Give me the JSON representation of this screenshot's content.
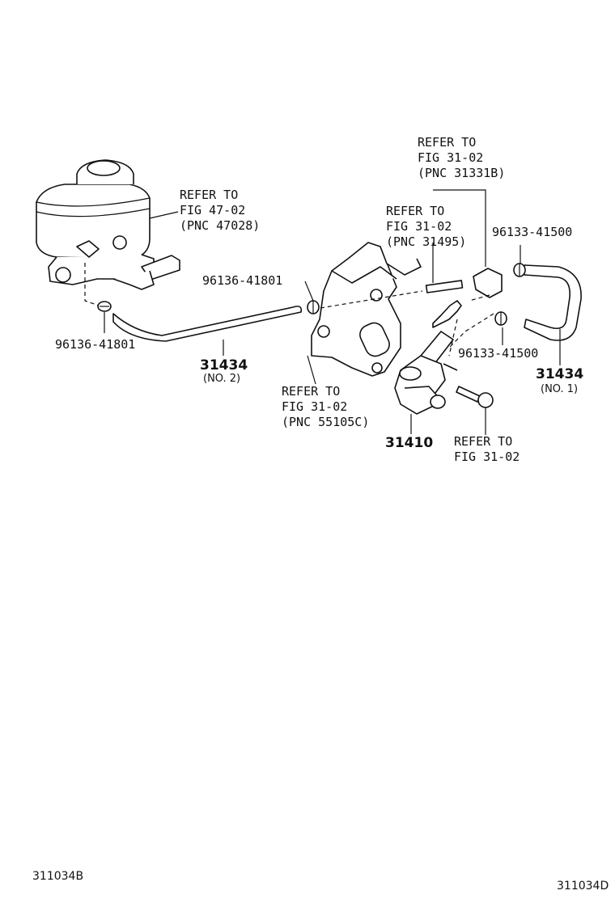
{
  "labels": {
    "ref_master_cyl": [
      "REFER TO",
      "FIG 47-02",
      "(PNC 47028)"
    ],
    "ref_pnc_31331b": [
      "REFER TO",
      "FIG 31-02",
      "(PNC 31331B)"
    ],
    "ref_pnc_31495": [
      "REFER TO",
      "FIG 31-02",
      "(PNC 31495)"
    ],
    "ref_pnc_55105c": [
      "REFER TO",
      "FIG 31-02",
      "(PNC 55105C)"
    ],
    "ref_bolt": [
      "REFER TO",
      "FIG 31-02"
    ],
    "clamp_upper_left": "96136-41801",
    "clamp_lower_left": "96136-41801",
    "clamp_upper_right": "96133-41500",
    "clamp_lower_right": "96133-41500",
    "hose_no2_part": "31434",
    "hose_no2_sub": "(NO. 2)",
    "hose_no1_part": "31434",
    "hose_no1_sub": "(NO. 1)",
    "cylinder_part": "31410"
  },
  "codes": {
    "left": "311034B",
    "right": "311034D"
  }
}
